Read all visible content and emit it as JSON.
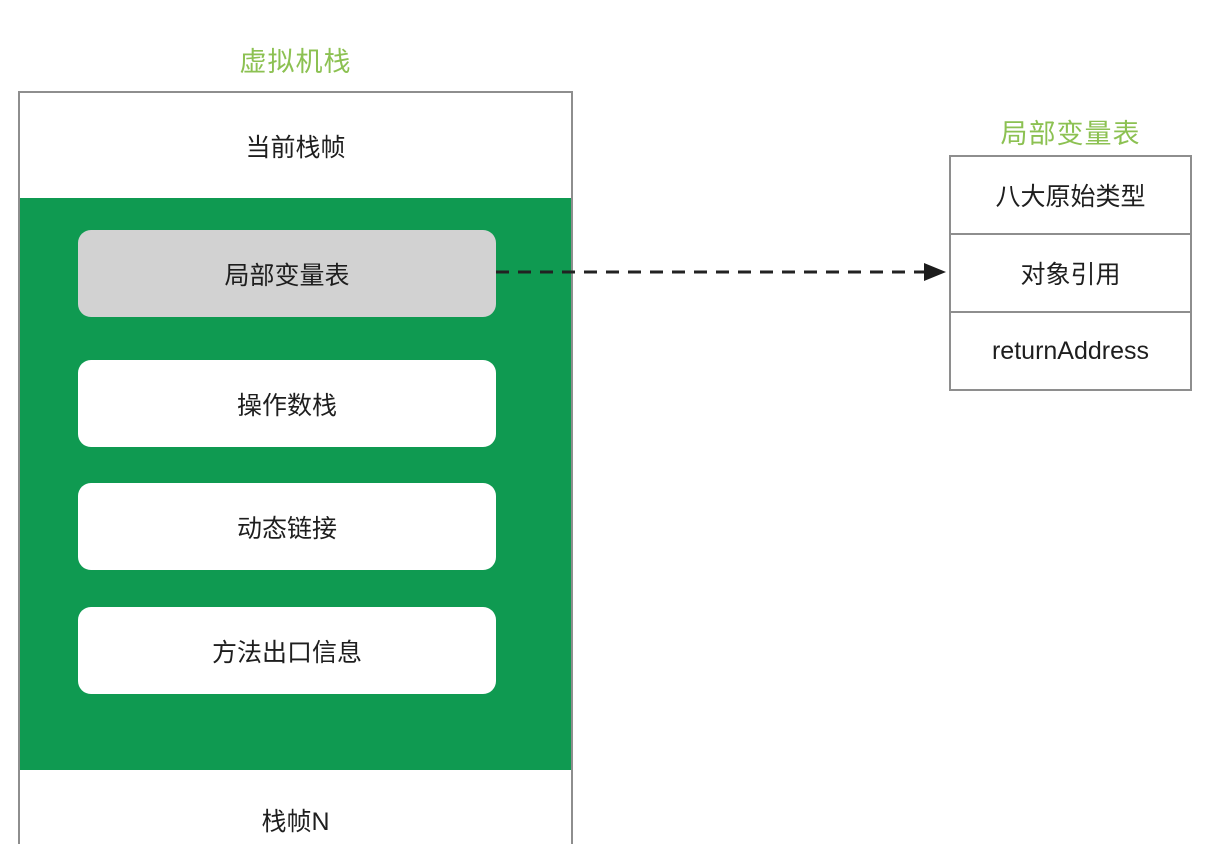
{
  "colors": {
    "green_fill": "#0f9a51",
    "title_green": "#8cc152",
    "gray_box": "#d2d2d2",
    "border_gray": "#8e8e8e",
    "text": "#1e1e1e",
    "arrow": "#222222"
  },
  "vm_stack": {
    "title": "虚拟机栈",
    "current_frame_label": "当前栈帧",
    "frame_components": [
      {
        "label": "局部变量表",
        "highlighted": true
      },
      {
        "label": "操作数栈",
        "highlighted": false
      },
      {
        "label": "动态链接",
        "highlighted": false
      },
      {
        "label": "方法出口信息",
        "highlighted": false
      }
    ],
    "bottom_frame_label": "栈帧N"
  },
  "local_variable_table": {
    "title": "局部变量表",
    "rows": [
      "八大原始类型",
      "对象引用",
      "returnAddress"
    ]
  },
  "arrow": {
    "from": "局部变量表",
    "to": "对象引用",
    "style": "dashed"
  }
}
